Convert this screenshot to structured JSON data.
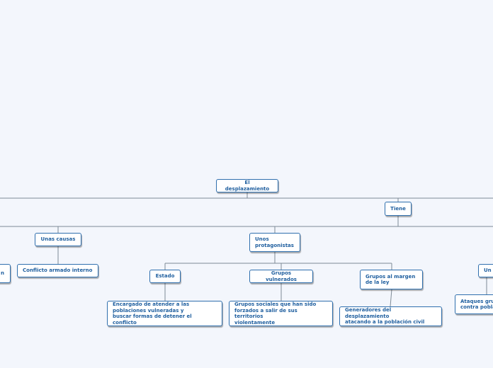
{
  "map": {
    "root": "El desplazamiento",
    "tiene": "Tiene",
    "causas": "Unas causas",
    "conflicto": "Conflicto armado interno",
    "protagonistas": "Unos\nprotagonistas",
    "estado": "Estado",
    "estado_desc": "Encargado de atender a las\npoblaciones vulneradas y\nbuscar formas de detener el conflicto",
    "vulnerados": "Grupos vulnerados",
    "vulnerados_desc": "Grupos sociales que han sido\nforzados a salir de sus territorios\nviolentamente",
    "margen": "Grupos al margen\nde la ley",
    "margen_desc": "Generadores del desplazamiento\natacando a la población civil",
    "un": "Un",
    "ataques": "Ataques gru\ncontra pobla",
    "left_edge": "n"
  },
  "colors": {
    "background": "#f3f6fc",
    "border": "#2f6fae",
    "text": "#1f5f9f",
    "connector": "#7d8a96"
  }
}
